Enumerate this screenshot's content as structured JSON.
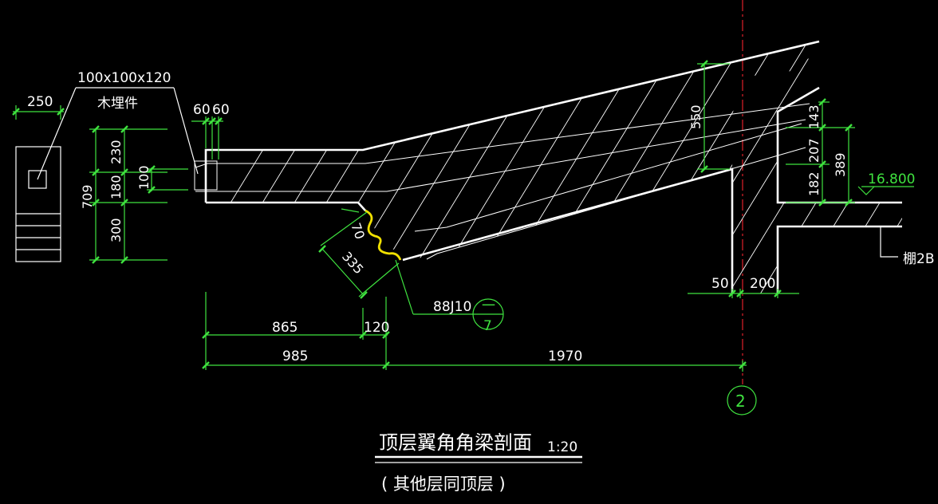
{
  "dimensions": {
    "d250": "250",
    "wood_size": "100x100x120",
    "wood_label": "木埋件",
    "d60a": "60",
    "d60b": "60",
    "d230": "230",
    "d709": "709",
    "d180": "180",
    "d100": "100",
    "d300": "300",
    "d550": "550",
    "d143": "143",
    "d207": "207",
    "d389": "389",
    "d182": "182",
    "d70": "70",
    "d335": "335",
    "d865": "865",
    "d120": "120",
    "d985": "985",
    "d1970": "1970",
    "d50": "50",
    "d200": "200"
  },
  "annotations": {
    "elevation": "16.800",
    "slab_ref": "棚2B",
    "detail_ref": "88J10",
    "detail_top": "一",
    "detail_bottom": "7",
    "axis_label": "2"
  },
  "title": {
    "main": "顶层翼角角梁剖面",
    "scale": "1:20",
    "note": "( 其他层同顶层 )"
  },
  "colors": {
    "dimension_line": "#3fe23f",
    "outline": "#ffffff",
    "axis_line": "#e0202a",
    "molding": "#f0e000"
  }
}
